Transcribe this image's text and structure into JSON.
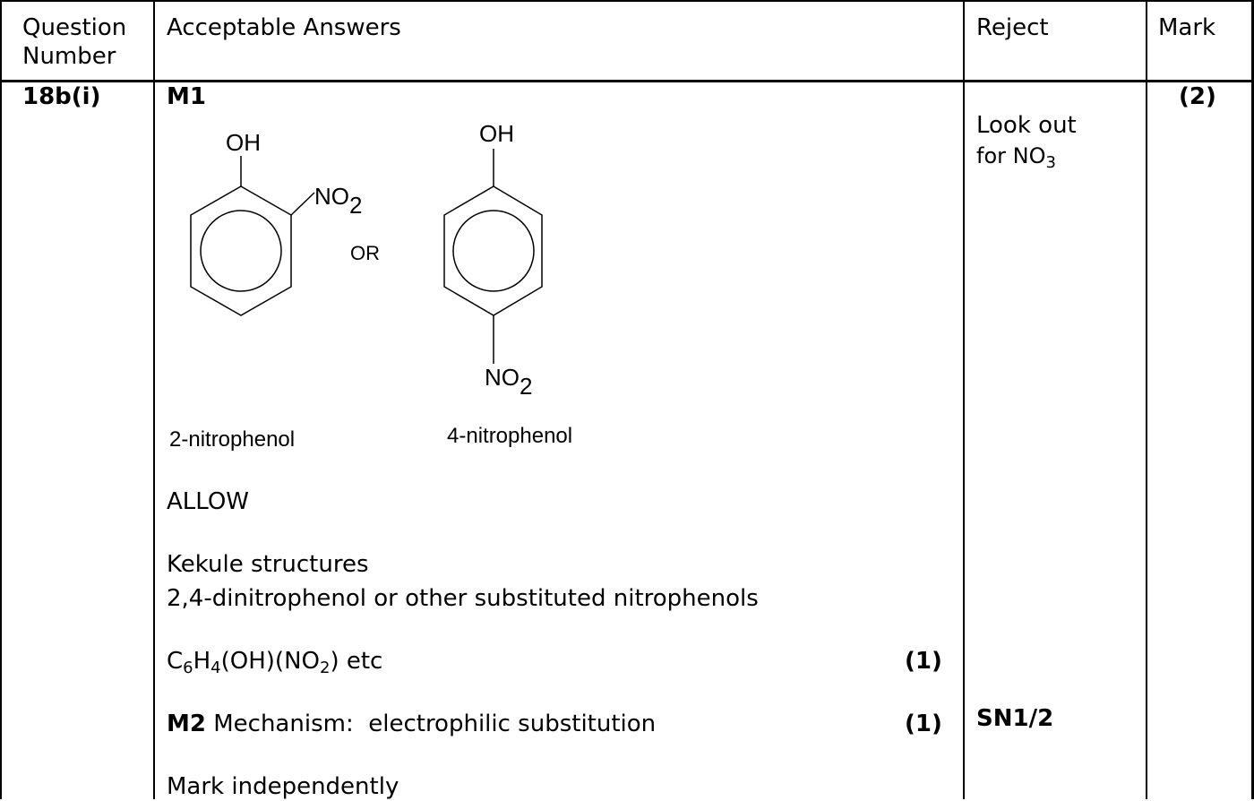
{
  "table": {
    "headers": {
      "question_number": [
        "Question",
        "Number"
      ],
      "acceptable_answers": "Acceptable Answers",
      "reject": "Reject",
      "mark": "Mark"
    },
    "row": {
      "question": "18b(i)",
      "m1_label": "M1",
      "structures": {
        "oh_left": "OH",
        "no2_left_base": "NO",
        "no2_left_sub": "2",
        "or": "OR",
        "oh_right": "OH",
        "no2_right_base": "NO",
        "no2_right_sub": "2",
        "name_left": "2-nitrophenol",
        "name_right": "4-nitrophenol"
      },
      "allow": "ALLOW",
      "kekule": "Kekule structures",
      "dinitro": "2,4-dinitrophenol or other substituted nitrophenols",
      "formula": {
        "c": "C",
        "c_sub": "6",
        "h": "H",
        "h_sub": "4",
        "mid": "(OH)(NO",
        "no_sub": "2",
        "end": ") etc"
      },
      "mark_one_a": "(1)",
      "m2_label": "M2",
      "m2_text": " Mechanism:  electrophilic substitution",
      "mark_one_b": "(1)",
      "independent": "Mark independently",
      "reject_line1": "Look out",
      "reject_line2_base": "for NO",
      "reject_line2_sub": "3",
      "reject_sn": "SN1/2",
      "total_mark": "(2)"
    }
  }
}
